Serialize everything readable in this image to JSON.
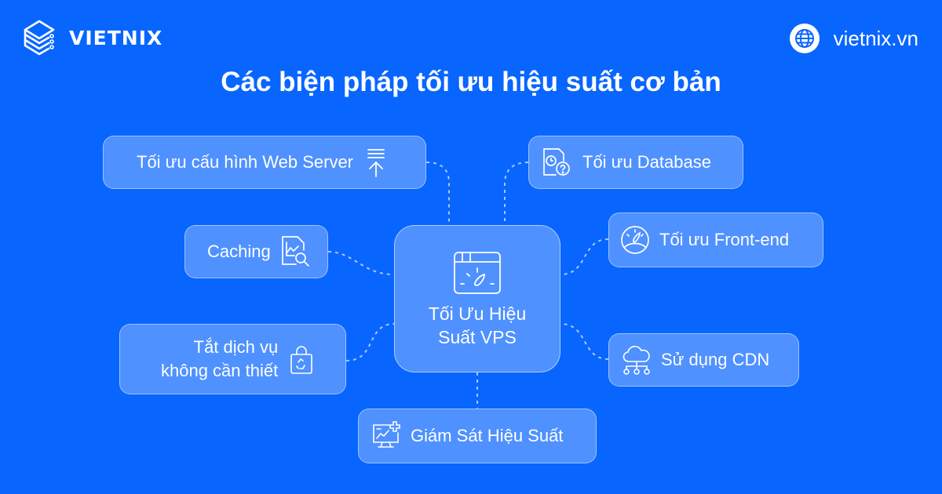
{
  "brand": {
    "logo_text": "VIETNIX",
    "website": "vietnix.vn",
    "background_color": "#0866ff",
    "node_color": "#4f91ff"
  },
  "title": "Các biện pháp tối ưu hiệu suất cơ bản",
  "center": {
    "label_line1": "Tối Ưu Hiệu",
    "label_line2": "Suất VPS",
    "icon": "browser-speedometer-icon"
  },
  "nodes": [
    {
      "id": "web-server",
      "label": "Tối ưu cấu hình Web Server",
      "icon": "upload-arrow-icon"
    },
    {
      "id": "database",
      "label": "Tối ưu Database",
      "icon": "document-clock-question-icon"
    },
    {
      "id": "caching",
      "label": "Caching",
      "icon": "chart-search-icon"
    },
    {
      "id": "front-end",
      "label": "Tối ưu Front-end",
      "icon": "speedometer-icon"
    },
    {
      "id": "disable-services",
      "label_line1": "Tắt dịch vụ",
      "label_line2": "không cần thiết",
      "icon": "lock-recycle-icon"
    },
    {
      "id": "cdn",
      "label": "Sử dụng CDN",
      "icon": "cloud-network-icon"
    },
    {
      "id": "monitoring",
      "label": "Giám Sát Hiệu Suất",
      "icon": "monitor-chart-plus-icon"
    }
  ]
}
